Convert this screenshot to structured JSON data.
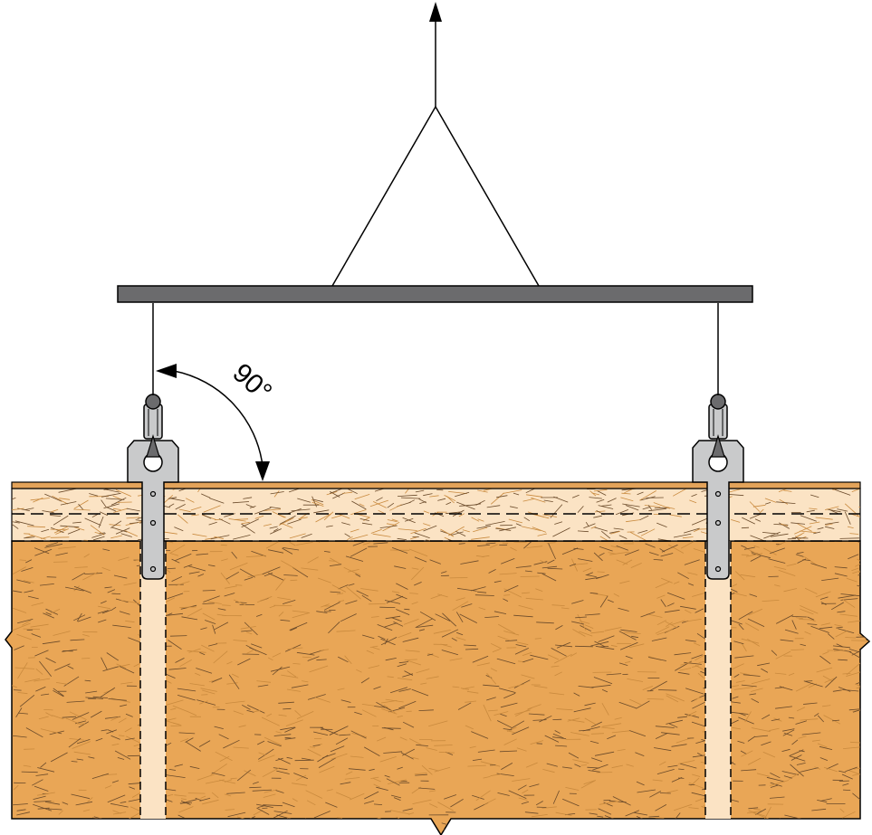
{
  "diagram": {
    "angle_label": "90°",
    "colors": {
      "background": "#ffffff",
      "line": "#000000",
      "spreader_bar": "#6b6b6d",
      "panel_core": "#e9a656",
      "panel_face_layer": "#fbe3c4",
      "panel_top_edge": "#e3a35a",
      "lifting_plate": "#c9cacb",
      "strand_light": "#c98a3e",
      "strand_dark": "#6a4a2a"
    },
    "icons": [
      "up-arrow-icon",
      "spreader-bar",
      "sling",
      "lifting-anchor",
      "angle-arc"
    ]
  }
}
